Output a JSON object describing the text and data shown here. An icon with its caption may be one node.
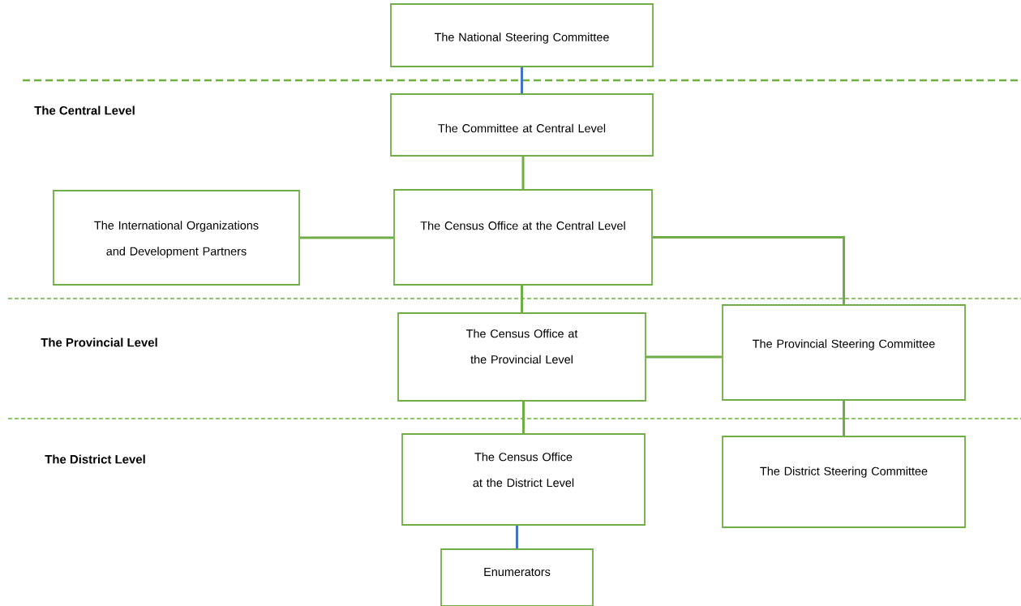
{
  "diagram": {
    "nodes": [
      {
        "text": [
          "The National Steering Committee"
        ]
      },
      {
        "text": [
          "The Committee at Central Level"
        ]
      },
      {
        "text": [
          "The International Organizations and Development Partners"
        ]
      },
      {
        "text": [
          "The Census Office at the Central Level"
        ]
      },
      {
        "text": [
          "The Census Office at the Provincial Level"
        ]
      },
      {
        "text": [
          "The Provincial Steering Committee"
        ]
      },
      {
        "text": [
          "The Census Office at the District Level"
        ]
      },
      {
        "text": [
          "The District Steering Committee"
        ]
      },
      {
        "text": [
          "Enumerators"
        ]
      }
    ],
    "edges": [
      {
        "from": 0,
        "to": 1,
        "arrow": "none",
        "color": "#4472c4"
      },
      {
        "from": 1,
        "to": 3,
        "arrow": "none"
      },
      {
        "from": 2,
        "to": 3,
        "arrow": "none"
      },
      {
        "from": 3,
        "to": 4,
        "arrow": "none"
      },
      {
        "from": 3,
        "to": 5,
        "arrow": "none"
      },
      {
        "from": 4,
        "to": 5,
        "arrow": "none"
      },
      {
        "from": 4,
        "to": 6,
        "arrow": "none"
      },
      {
        "from": 5,
        "to": 7,
        "arrow": "none"
      },
      {
        "from": 6,
        "to": 8,
        "arrow": "none",
        "color": "#4472c4"
      }
    ],
    "labels": [
      "The Central Level",
      "The Provincial Level",
      "The District Level"
    ]
  }
}
